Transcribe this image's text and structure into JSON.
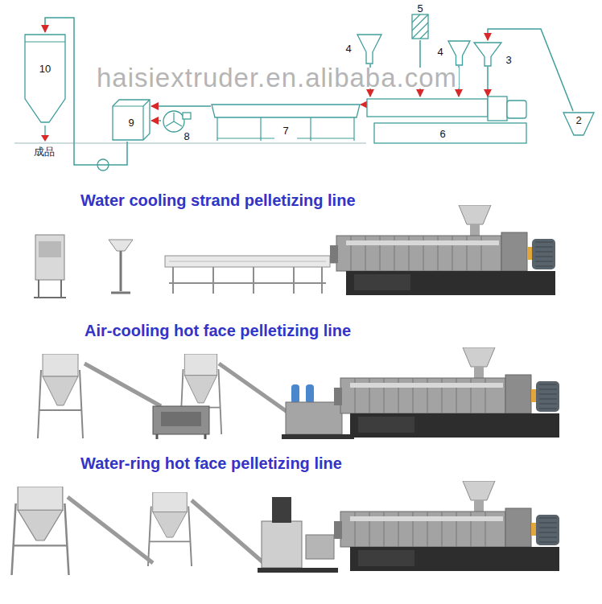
{
  "diagram": {
    "nodes": [
      {
        "text": [
          "10"
        ]
      },
      {
        "text": [
          "9"
        ]
      },
      {
        "text": [
          "8"
        ]
      },
      {
        "text": [
          "7"
        ]
      },
      {
        "text": [
          "6"
        ]
      },
      {
        "text": [
          "4"
        ]
      },
      {
        "text": [
          "5"
        ]
      },
      {
        "text": [
          "4"
        ]
      },
      {
        "text": [
          "3"
        ]
      },
      {
        "text": [
          "2"
        ]
      }
    ],
    "edges": [
      {
        "from": 9,
        "to": 8,
        "arrow": "to"
      },
      {
        "from": 8,
        "to": 4,
        "arrow": "to"
      },
      {
        "from": 7,
        "to": 4,
        "arrow": "to"
      },
      {
        "from": 6,
        "to": 4,
        "arrow": "to"
      },
      {
        "from": 5,
        "to": 4,
        "arrow": "to"
      },
      {
        "from": 4,
        "to": 3,
        "arrow": "to"
      },
      {
        "from": 3,
        "to": 1,
        "arrow": "to"
      },
      {
        "from": 2,
        "to": 1,
        "arrow": "to"
      },
      {
        "from": 1,
        "to": 0,
        "arrow": "to"
      }
    ],
    "labels": [
      "haisiextruder.en.alibaba.com",
      "成品",
      "Water cooling strand pelletizing line",
      "Air-cooling hot face pelletizing line",
      "Water-ring hot face pelletizing line"
    ]
  }
}
